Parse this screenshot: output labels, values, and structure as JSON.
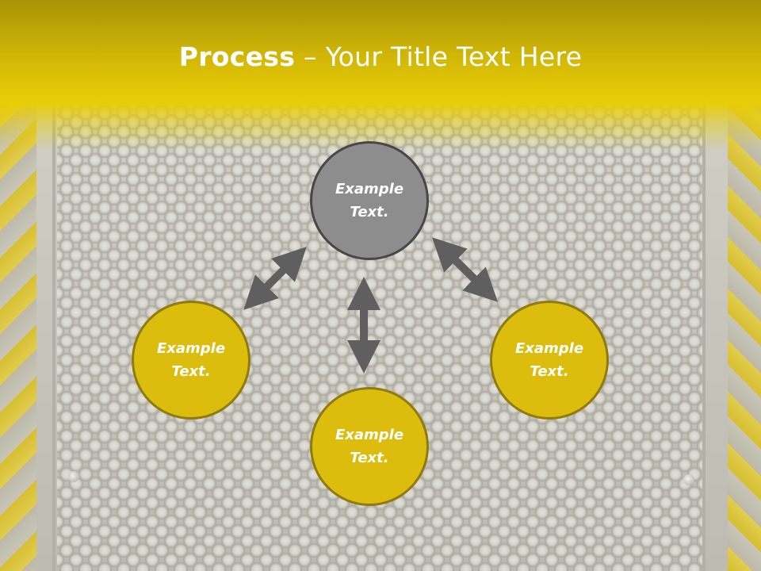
{
  "title": {
    "bold_part": "Process",
    "separator": " – ",
    "light_part": "Your Title Text Here"
  },
  "diagram": {
    "center": {
      "label": "Example Text."
    },
    "left": {
      "label": "Example Text."
    },
    "bottom": {
      "label": "Example Text."
    },
    "right": {
      "label": "Example Text."
    }
  },
  "colors": {
    "header_yellow": "#e9cd06",
    "node_yellow": "#dcbd0e",
    "node_yellow_border": "#8f7b10",
    "node_gray": "#8d8d8d",
    "node_gray_border": "#474747",
    "arrow_gray": "#5f5f5f"
  }
}
